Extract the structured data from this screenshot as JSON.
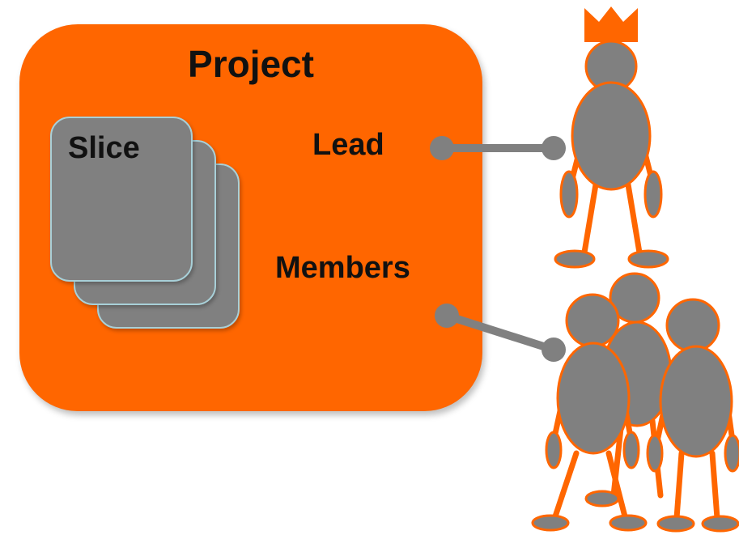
{
  "diagram": {
    "title": "Project",
    "slice_label": "Slice",
    "lead_label": "Lead",
    "members_label": "Members",
    "colors": {
      "project_fill": "#FF6600",
      "slice_fill": "#808080",
      "slice_border": "#A8D0D8",
      "figure_fill": "#808080",
      "figure_outline": "#FF6600",
      "connector": "#808080"
    },
    "icons": [
      "crown-icon",
      "lead-person-icon",
      "member-person-icon"
    ]
  }
}
